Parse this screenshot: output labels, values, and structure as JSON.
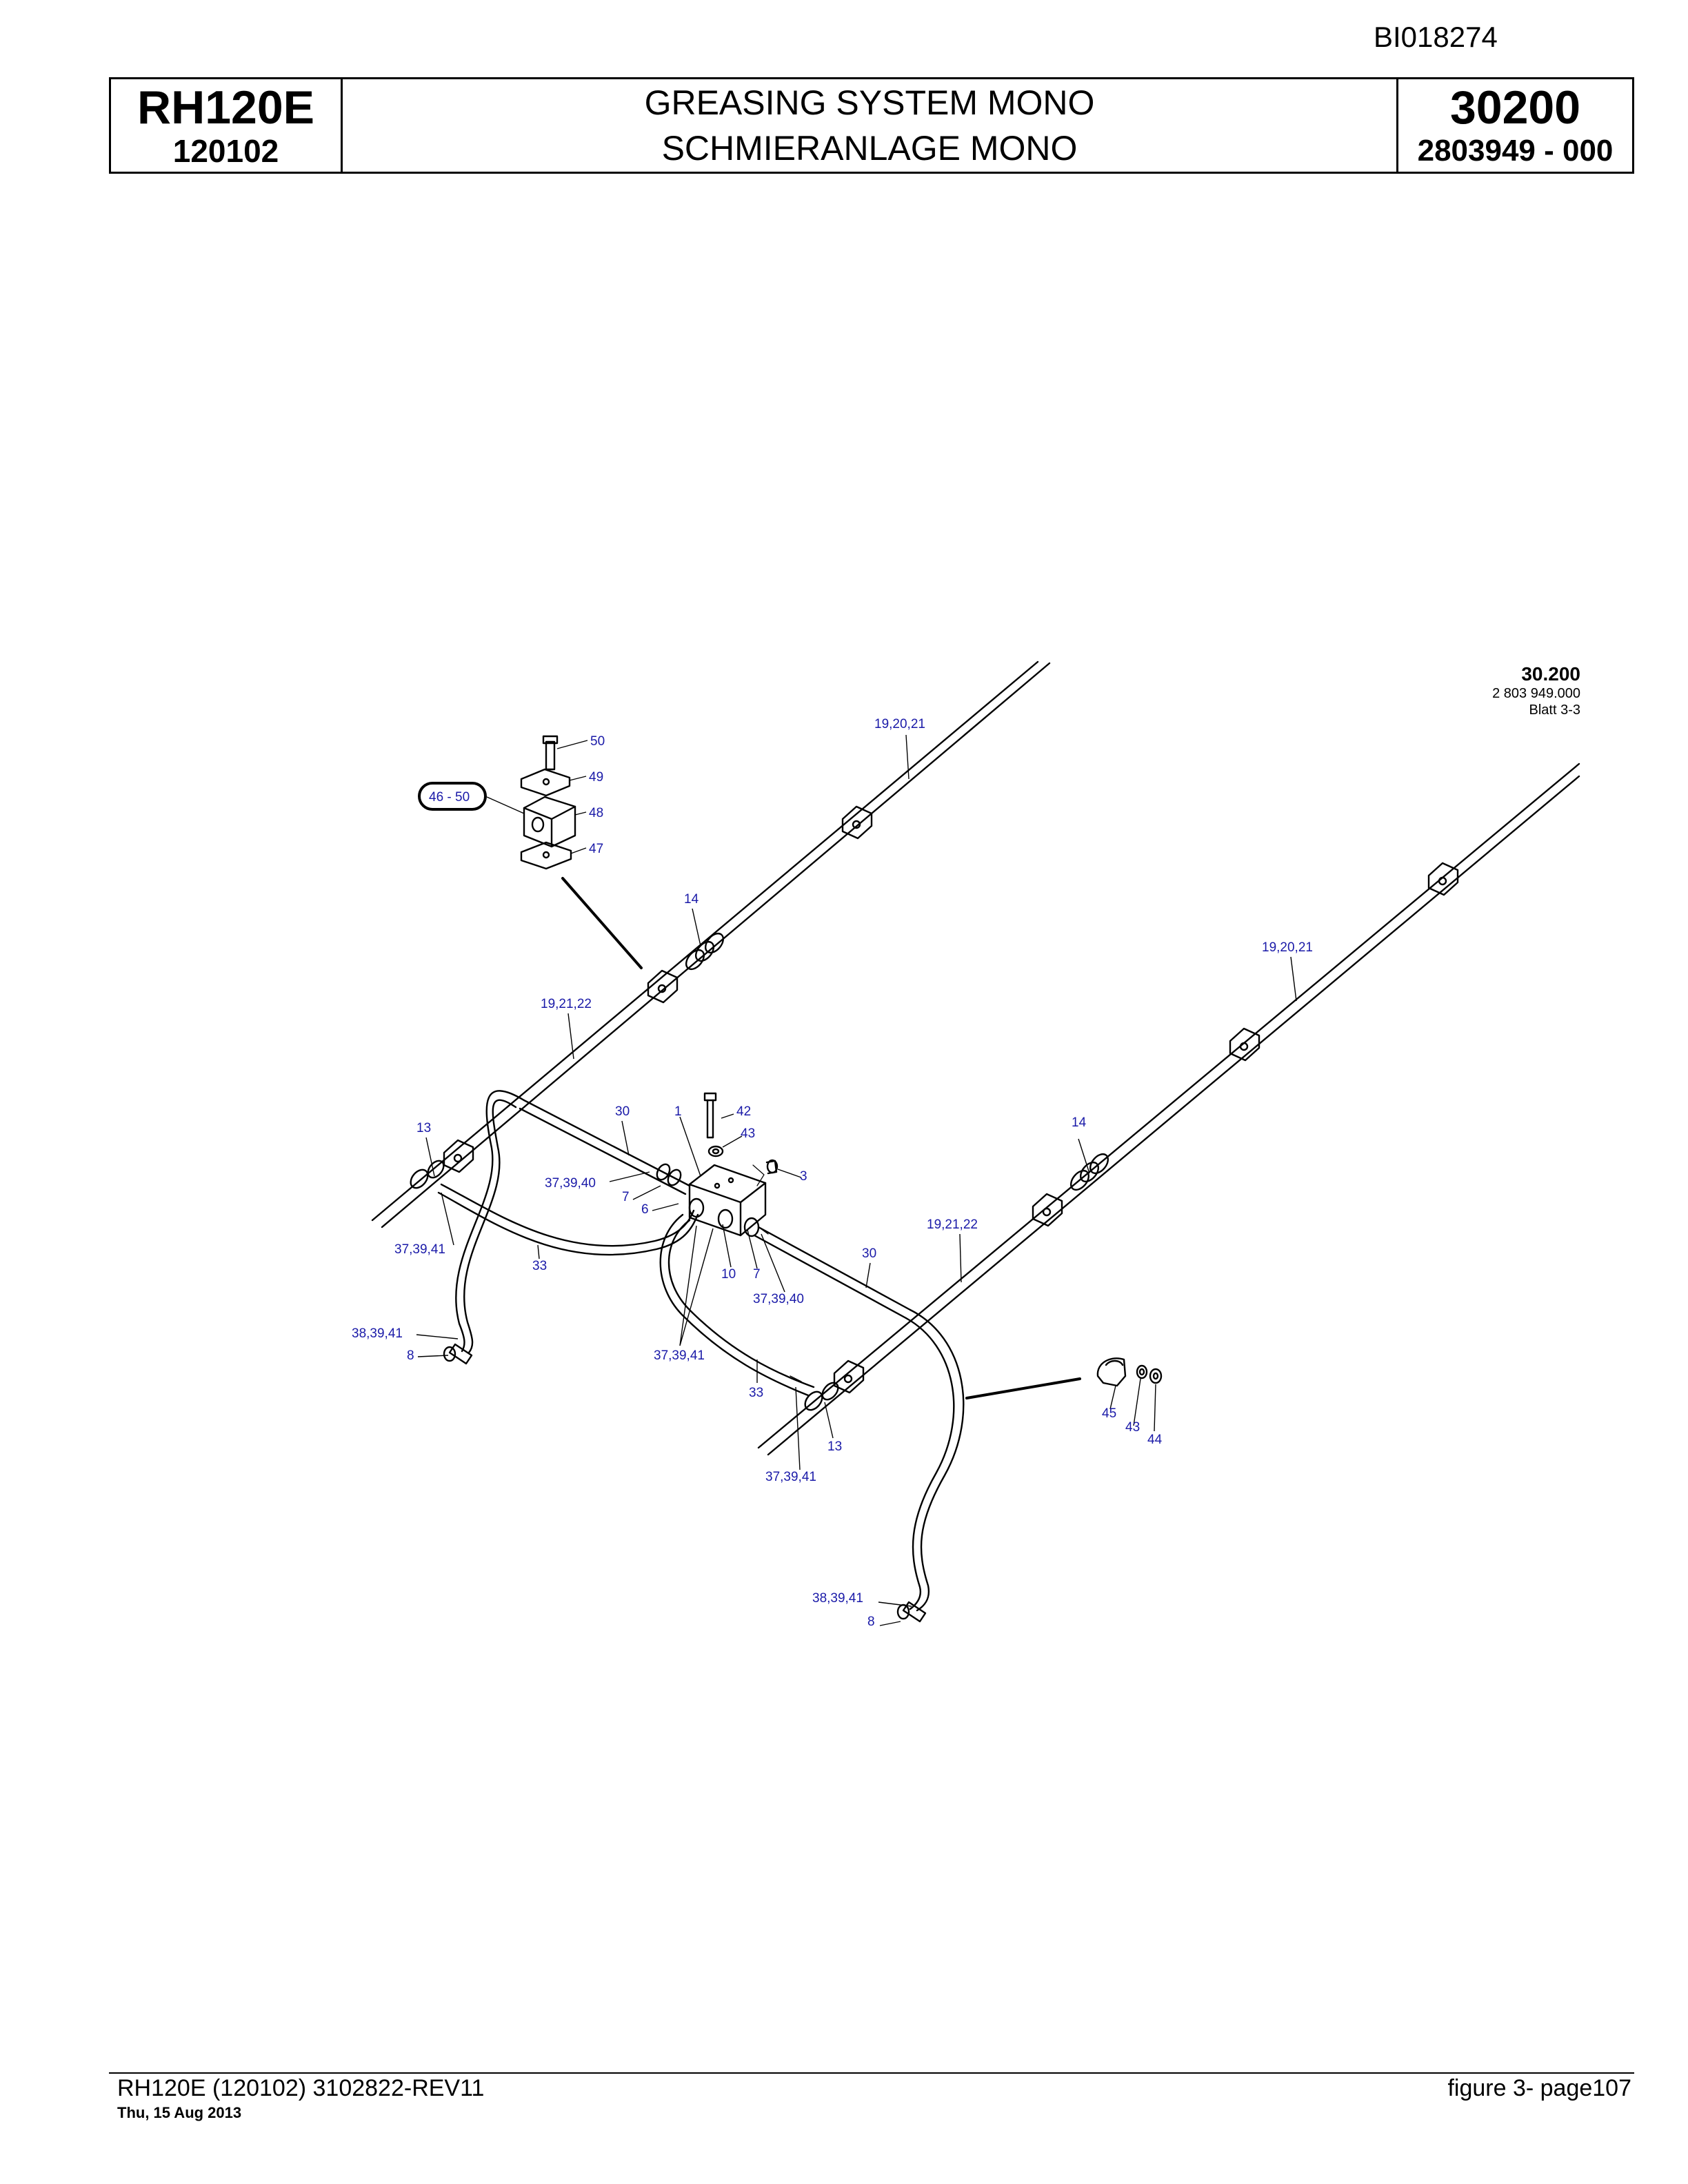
{
  "doc_id": "BI018274",
  "title_block": {
    "model": "RH120E",
    "serial": "120102",
    "title_en": "GREASING SYSTEM MONO",
    "title_de": "SCHMIERANLAGE MONO",
    "group_no": "30200",
    "part_no": "2803949  - 000"
  },
  "sheet_ref": {
    "line1": "30.200",
    "line2": "2 803 949.000",
    "line3": "Blatt 3-3"
  },
  "callouts": {
    "c50": "50",
    "c49": "49",
    "c48": "48",
    "c47": "47",
    "c46_50": "46 - 50",
    "c19_20_21_top": "19,20,21",
    "c14_left": "14",
    "c19_21_22_left": "19,21,22",
    "c19_20_21_right": "19,20,21",
    "c30_left": "30",
    "c1": "1",
    "c42": "42",
    "c43_top": "43",
    "c3": "3",
    "c13_left": "13",
    "c37_39_40_left": "37,39,40",
    "c7_left": "7",
    "c6": "6",
    "c14_right": "14",
    "c19_21_22_right": "19,21,22",
    "c37_39_41_left": "37,39,41",
    "c33_left": "33",
    "c10": "10",
    "c7_right": "7",
    "c30_right": "30",
    "c37_39_40_right": "37,39,40",
    "c38_39_41_left": "38,39,41",
    "c8_left": "8",
    "c37_39_41_mid": "37,39,41",
    "c33_mid": "33",
    "c13_right": "13",
    "c37_39_41_bottom": "37,39,41",
    "c45": "45",
    "c43_bottom": "43",
    "c44": "44",
    "c38_39_41_bottom": "38,39,41",
    "c8_bottom": "8"
  },
  "footer": {
    "left": "RH120E (120102) 3102822-REV11",
    "date": "Thu, 15 Aug 2013",
    "right": "figure  3- page107"
  }
}
